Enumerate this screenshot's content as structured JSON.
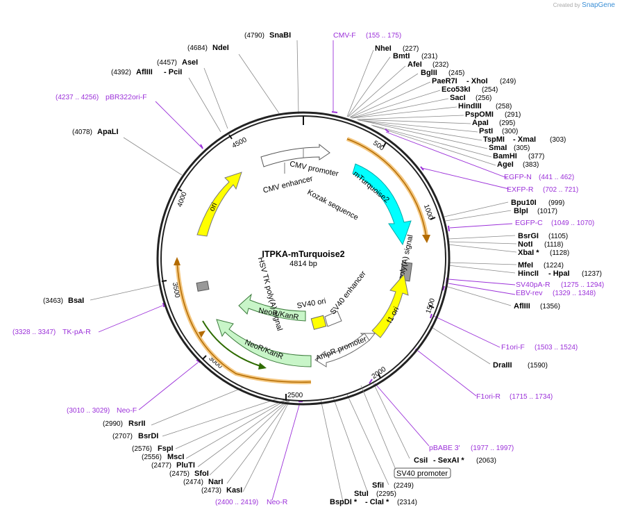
{
  "credit": {
    "prefix": "Created by",
    "brand": "SnapGene"
  },
  "plasmid": {
    "name": "ITPKA-mTurquoise2",
    "length": "4814 bp"
  },
  "ticks": [
    "500",
    "1000",
    "1500",
    "2000",
    "2500",
    "3000",
    "3500",
    "4000",
    "4500"
  ],
  "enzymes_right": [
    {
      "name": "NheI",
      "pos": "(227)"
    },
    {
      "name": "BmtI",
      "pos": "(231)"
    },
    {
      "name": "AfeI",
      "pos": "(232)"
    },
    {
      "name": "BglII",
      "pos": "(245)"
    },
    {
      "name": "PaeR7I",
      "pos": "(249)",
      "extra": "XhoI"
    },
    {
      "name": "Eco53kI",
      "pos": "(254)"
    },
    {
      "name": "SacI",
      "pos": "(256)"
    },
    {
      "name": "HindIII",
      "pos": "(258)"
    },
    {
      "name": "PspOMI",
      "pos": "(291)"
    },
    {
      "name": "ApaI",
      "pos": "(295)"
    },
    {
      "name": "PstI",
      "pos": "(300)"
    },
    {
      "name": "TspMI",
      "pos": "(303)",
      "extra": "XmaI"
    },
    {
      "name": "SmaI",
      "pos": "(305)"
    },
    {
      "name": "BamHI",
      "pos": "(377)"
    },
    {
      "name": "AgeI",
      "pos": "(383)"
    },
    {
      "name": "Bpu10I",
      "pos": "(999)"
    },
    {
      "name": "BlpI",
      "pos": "(1017)"
    },
    {
      "name": "BsrGI",
      "pos": "(1105)"
    },
    {
      "name": "NotI",
      "pos": "(1118)"
    },
    {
      "name": "XbaI *",
      "pos": "(1128)"
    },
    {
      "name": "MfeI",
      "pos": "(1224)"
    },
    {
      "name": "HincII",
      "pos": "(1237)",
      "extra": "HpaI"
    },
    {
      "name": "AflIII",
      "pos": "(1356)"
    },
    {
      "name": "DraIII",
      "pos": "(1590)"
    },
    {
      "name": "CsiI",
      "pos": "(2063)",
      "extra": "SexAI *"
    },
    {
      "name": "SfiI",
      "pos": "(2249)"
    },
    {
      "name": "StuI",
      "pos": "(2295)"
    },
    {
      "name": "BspDI *",
      "pos": "(2314)",
      "extra": "ClaI *"
    }
  ],
  "enzymes_left": [
    {
      "name": "SnaBI",
      "pos": "(4790)"
    },
    {
      "name": "NdeI",
      "pos": "(4684)"
    },
    {
      "name": "AseI",
      "pos": "(4457)"
    },
    {
      "name": "AflIII",
      "pos": "(4392)",
      "extra": "PciI"
    },
    {
      "name": "ApaLI",
      "pos": "(4078)"
    },
    {
      "name": "BsaI",
      "pos": "(3463)"
    },
    {
      "name": "RsrII",
      "pos": "(2990)"
    },
    {
      "name": "BsrDI",
      "pos": "(2707)"
    },
    {
      "name": "FspI",
      "pos": "(2576)"
    },
    {
      "name": "MscI",
      "pos": "(2556)"
    },
    {
      "name": "PluTI",
      "pos": "(2477)"
    },
    {
      "name": "SfoI",
      "pos": "(2475)"
    },
    {
      "name": "NarI",
      "pos": "(2474)"
    },
    {
      "name": "KasI",
      "pos": "(2473)"
    }
  ],
  "primers": [
    {
      "name": "CMV-F",
      "range": "(155 .. 175)"
    },
    {
      "name": "EGFP-N",
      "range": "(441 .. 462)"
    },
    {
      "name": "EXFP-R",
      "range": "(702 .. 721)"
    },
    {
      "name": "EGFP-C",
      "range": "(1049 .. 1070)"
    },
    {
      "name": "SV40pA-R",
      "range": "(1275 .. 1294)"
    },
    {
      "name": "EBV-rev",
      "range": "(1329 .. 1348)"
    },
    {
      "name": "F1ori-F",
      "range": "(1503 .. 1524)"
    },
    {
      "name": "F1ori-R",
      "range": "(1715 .. 1734)"
    },
    {
      "name": "pBABE 3'",
      "range": "(1977 .. 1997)"
    },
    {
      "name": "Neo-R",
      "range": "(2400 .. 2419)"
    },
    {
      "name": "Neo-F",
      "range": "(3010 .. 3029)"
    },
    {
      "name": "TK-pA-R",
      "range": "(3328 .. 3347)"
    },
    {
      "name": "pBR322ori-F",
      "range": "(4237 .. 4256)"
    }
  ],
  "features": {
    "cmv_promoter": "CMV promoter",
    "cmv_enhancer": "CMV enhancer",
    "mturquoise2": "mTurquoise2",
    "kozak": "Kozak sequence",
    "sv40_polya": "SV40 poly(A) signal",
    "f1_ori": "f1 ori",
    "ampr_promoter": "AmpR promoter",
    "sv40_ori": "SV40 ori",
    "sv40_enhancer": "SV40 enhancer",
    "neo_inner": "NeoR/KanR",
    "neo_outer": "NeoR/KanR",
    "hsv_polya": "HSV TK poly(A) signal",
    "ori": "ori",
    "sv40_promoter_box": "SV40 promoter"
  },
  "colors": {
    "backbone": "#222222",
    "primer": "#9b30d9",
    "mturquoise": "#00ffff",
    "ori": "#ffff00",
    "neo": "#c8f5c8",
    "orange": "#e89a30",
    "white_feature": "#ffffff",
    "gray_box": "#999999"
  }
}
